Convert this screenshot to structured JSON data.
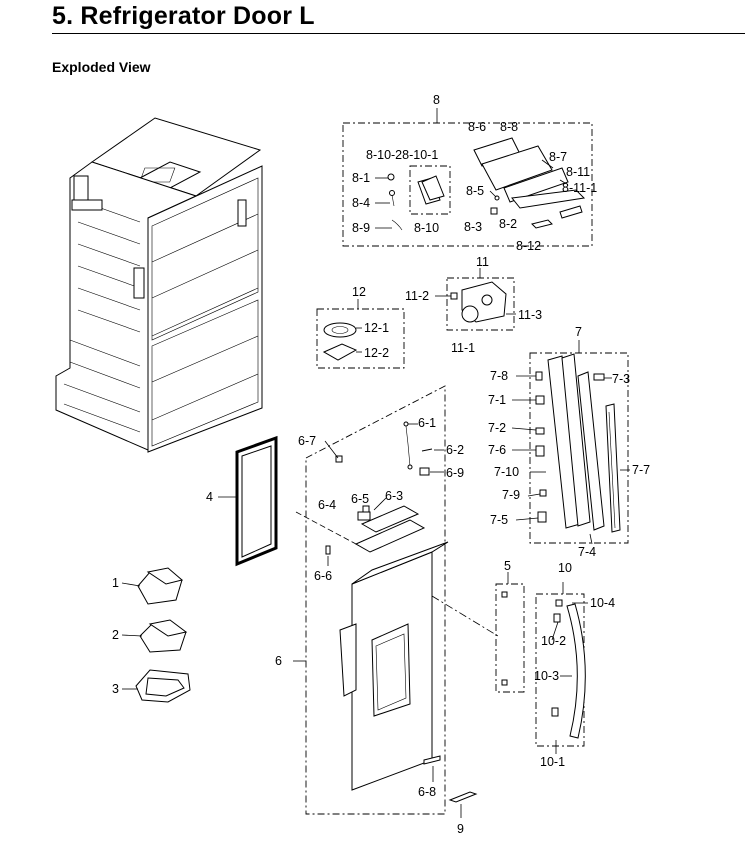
{
  "header": {
    "title": "5.  Refrigerator Door L",
    "subtitle": "Exploded View"
  },
  "callouts": {
    "c1": "1",
    "c2": "2",
    "c3": "3",
    "c4": "4",
    "c5": "5",
    "c6": "6",
    "c6_1": "6-1",
    "c6_2": "6-2",
    "c6_3": "6-3",
    "c6_4": "6-4",
    "c6_5": "6-5",
    "c6_6": "6-6",
    "c6_7": "6-7",
    "c6_8": "6-8",
    "c6_9": "6-9",
    "c7": "7",
    "c7_1": "7-1",
    "c7_2": "7-2",
    "c7_3": "7-3",
    "c7_4": "7-4",
    "c7_5": "7-5",
    "c7_6": "7-6",
    "c7_7": "7-7",
    "c7_8": "7-8",
    "c7_9": "7-9",
    "c7_10": "7-10",
    "c8": "8",
    "c8_1": "8-1",
    "c8_2": "8-2",
    "c8_3": "8-3",
    "c8_4": "8-4",
    "c8_5": "8-5",
    "c8_6": "8-6",
    "c8_7": "8-7",
    "c8_8": "8-8",
    "c8_9": "8-9",
    "c8_10": "8-10",
    "c8_10_28_10_1": "8-10-28-10-1",
    "c8_11": "8-11",
    "c8_11_1": "8-11-1",
    "c8_12": "8-12",
    "c9": "9",
    "c10": "10",
    "c10_1": "10-1",
    "c10_2": "10-2",
    "c10_3": "10-3",
    "c10_4": "10-4",
    "c11": "11",
    "c11_1": "11-1",
    "c11_2": "11-2",
    "c11_3": "11-3",
    "c12": "12",
    "c12_1": "12-1",
    "c12_2": "12-2"
  }
}
